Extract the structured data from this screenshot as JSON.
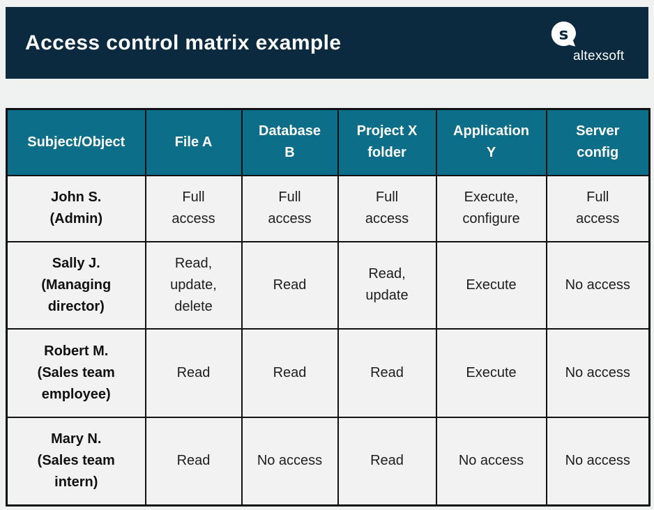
{
  "page": {
    "background": "#f0f1f1"
  },
  "header": {
    "title": "Access control matrix example",
    "brand": "altexsoft",
    "logo_icon": "altexsoft-speech-bubble-a",
    "background": "#0b2a40",
    "text_color": "#ffffff"
  },
  "colors": {
    "table_header_bg": "#0c6e88",
    "table_header_text": "#ffffff",
    "cell_bg": "#f2f2f2",
    "border": "#111111",
    "body_text": "#1d1d1d"
  },
  "table": {
    "columns": [
      [
        "Subject/Object"
      ],
      [
        "File A"
      ],
      [
        "Database",
        "B"
      ],
      [
        "Project X",
        "folder"
      ],
      [
        "Application",
        "Y"
      ],
      [
        "Server",
        "config"
      ]
    ],
    "rows": [
      {
        "subject": [
          "John S.",
          "(Admin)"
        ],
        "cells": [
          [
            "Full",
            "access"
          ],
          [
            "Full",
            "access"
          ],
          [
            "Full",
            "access"
          ],
          [
            "Execute,",
            "configure"
          ],
          [
            "Full",
            "access"
          ]
        ]
      },
      {
        "subject": [
          "Sally J.",
          "(Managing",
          "director)"
        ],
        "cells": [
          [
            "Read,",
            "update,",
            "delete"
          ],
          [
            "Read"
          ],
          [
            "Read,",
            "update"
          ],
          [
            "Execute"
          ],
          [
            "No access"
          ]
        ]
      },
      {
        "subject": [
          "Robert M.",
          "(Sales team",
          "employee)"
        ],
        "cells": [
          [
            "Read"
          ],
          [
            "Read"
          ],
          [
            "Read"
          ],
          [
            "Execute"
          ],
          [
            "No access"
          ]
        ]
      },
      {
        "subject": [
          "Mary N.",
          "(Sales team",
          "intern)"
        ],
        "cells": [
          [
            "Read"
          ],
          [
            "No access"
          ],
          [
            "Read"
          ],
          [
            "No access"
          ],
          [
            "No access"
          ]
        ]
      }
    ]
  },
  "chart_data": {
    "type": "table",
    "title": "Access control matrix example",
    "columns": [
      "Subject/Object",
      "File A",
      "Database B",
      "Project X folder",
      "Application Y",
      "Server config"
    ],
    "rows": [
      [
        "John S. (Admin)",
        "Full access",
        "Full access",
        "Full access",
        "Execute, configure",
        "Full access"
      ],
      [
        "Sally J. (Managing director)",
        "Read, update, delete",
        "Read",
        "Read, update",
        "Execute",
        "No access"
      ],
      [
        "Robert M. (Sales team employee)",
        "Read",
        "Read",
        "Read",
        "Execute",
        "No access"
      ],
      [
        "Mary N. (Sales team intern)",
        "Read",
        "No access",
        "Read",
        "No access",
        "No access"
      ]
    ]
  }
}
